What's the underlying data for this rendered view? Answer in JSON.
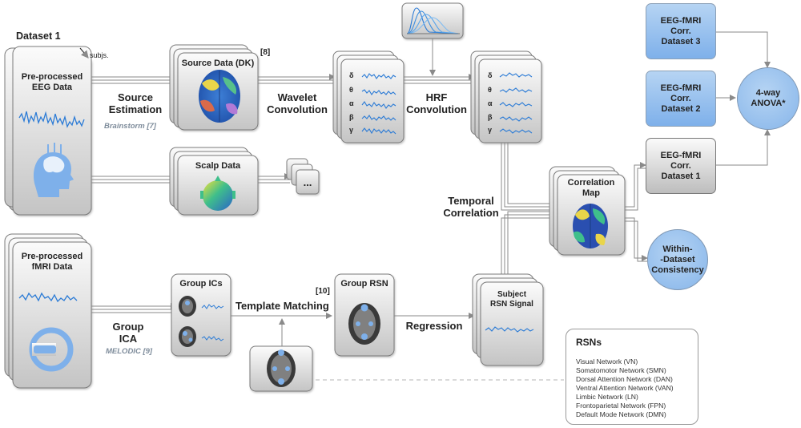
{
  "dataset_label": "Dataset 1",
  "subjects_label": "subjs.",
  "eeg_input": {
    "title_line1": "Pre-processed",
    "title_line2": "EEG Data"
  },
  "fmri_input": {
    "title_line1": "Pre-processed",
    "title_line2": "fMRI Data"
  },
  "source_estimation": {
    "line1": "Source",
    "line2": "Estimation",
    "tool": "Brainstorm [7]"
  },
  "source_data": {
    "title": "Source Data (DK)",
    "ref": "[8]"
  },
  "scalp_data": {
    "title": "Scalp Data",
    "ellipsis": "..."
  },
  "wavelet": {
    "line1": "Wavelet",
    "line2": "Convolution"
  },
  "hrf": {
    "line1": "HRF",
    "line2": "Convolution"
  },
  "bands": [
    "δ",
    "θ",
    "α",
    "β",
    "γ"
  ],
  "temporal_correlation": {
    "line1": "Temporal",
    "line2": "Correlation"
  },
  "correlation_map": {
    "line1": "Correlation",
    "line2": "Map"
  },
  "group_ica": {
    "line1": "Group",
    "line2": "ICA",
    "tool": "MELODIC [9]"
  },
  "group_ics": {
    "title": "Group ICs"
  },
  "template_matching": {
    "label": "Template Matching",
    "ref": "[10]"
  },
  "group_rsn": {
    "title": "Group RSN"
  },
  "regression": {
    "label": "Regression"
  },
  "subject_rsn": {
    "line1": "Subject",
    "line2": "RSN Signal"
  },
  "corr_datasets": [
    {
      "line1": "EEG-fMRI",
      "line2": "Corr.",
      "line3": "Dataset 3"
    },
    {
      "line1": "EEG-fMRI",
      "line2": "Corr.",
      "line3": "Dataset 2"
    },
    {
      "line1": "EEG-fMRI",
      "line2": "Corr.",
      "line3": "Dataset 1"
    }
  ],
  "anova": {
    "line1": "4-way",
    "line2": "ANOVA*"
  },
  "within": {
    "line1": "Within-",
    "line2": "-Dataset",
    "line3": "Consistency"
  },
  "rsns": {
    "title": "RSNs",
    "items": [
      "Visual Network (VN)",
      "Somatomotor Network (SMN)",
      "Dorsal Attention Network (DAN)",
      "Ventral Attention Network (VAN)",
      "Limbic Network (LN)",
      "Frontoparietal Network (FPN)",
      "Default Mode Network (DMN)"
    ]
  },
  "colors": {
    "accent_blue": "#7eb0ea",
    "signal_blue": "#2b7bd6",
    "card_gray": "#d6d6d6",
    "line_gray": "#8a8a8a"
  }
}
